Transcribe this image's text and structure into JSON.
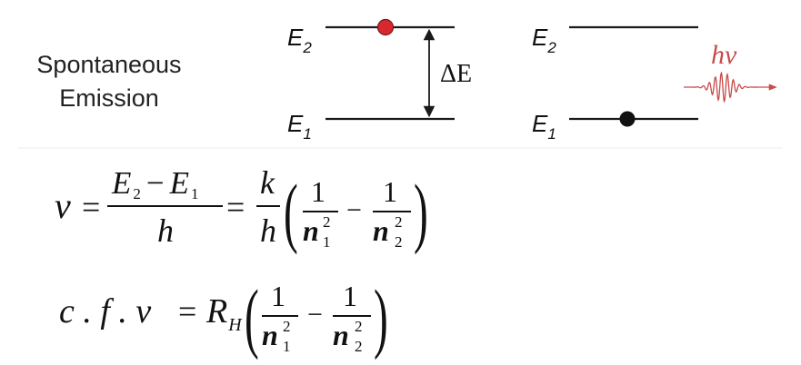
{
  "diagram": {
    "process_label_line1": "Spontaneous",
    "process_label_line2": "Emission",
    "before": {
      "upper_level_letter": "E",
      "upper_level_subscript": "2",
      "lower_level_letter": "E",
      "lower_level_subscript": "1",
      "gap_label": "ΔE"
    },
    "after": {
      "upper_level_letter": "E",
      "upper_level_subscript": "2",
      "lower_level_letter": "E",
      "lower_level_subscript": "1",
      "photon_label": "hν"
    },
    "colors": {
      "excited_electron": "#d7282f",
      "ground_electron": "#111111",
      "photon": "#c94a4a",
      "level_line": "#1a1a1a"
    }
  },
  "equations": {
    "eq1": {
      "lhs": "ν",
      "equals": "=",
      "frac1_num_a": "E",
      "frac1_num_a_sub": "2",
      "frac1_num_minus": "−",
      "frac1_num_b": "E",
      "frac1_num_b_sub": "1",
      "frac1_den": "h",
      "equals2": "=",
      "frac2_num": "k",
      "frac2_den": "h",
      "paren_open": "(",
      "fa_num": "1",
      "fa_den": "n",
      "fa_den_sup": "2",
      "fa_den_sub": "1",
      "minus": "−",
      "fb_num": "1",
      "fb_den": "n",
      "fb_den_sup": "2",
      "fb_den_sub": "2",
      "paren_close": ")"
    },
    "eq2": {
      "prefix": "c . f . ν",
      "equals": "=",
      "R": "R",
      "R_sub": "H",
      "paren_open": "(",
      "fa_num": "1",
      "fa_den": "n",
      "fa_den_sup": "2",
      "fa_den_sub": "1",
      "minus": "−",
      "fb_num": "1",
      "fb_den": "n",
      "fb_den_sup": "2",
      "fb_den_sub": "2",
      "paren_close": ")"
    }
  }
}
